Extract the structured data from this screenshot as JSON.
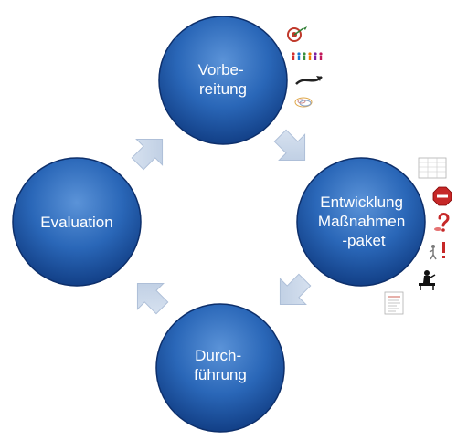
{
  "diagram": {
    "phases": [
      {
        "id": "vorbereitung",
        "lines": [
          "Vorbe-",
          "reitung"
        ]
      },
      {
        "id": "entwicklung",
        "lines": [
          "Entwicklung",
          "Maßnahmen",
          "-paket"
        ]
      },
      {
        "id": "durchfuehrung",
        "lines": [
          "Durch-",
          "führung"
        ]
      },
      {
        "id": "evaluation",
        "lines": [
          "Evaluation"
        ]
      }
    ],
    "colors": {
      "circle_highlight": "#5b93d8",
      "circle_mid": "#2a67b8",
      "circle_shadow": "#123f86",
      "circle_border": "#0d2f6b",
      "arrow_fill": "#c9d7ea",
      "arrow_edge": "#aebfd8"
    },
    "flow": "clockwise"
  }
}
